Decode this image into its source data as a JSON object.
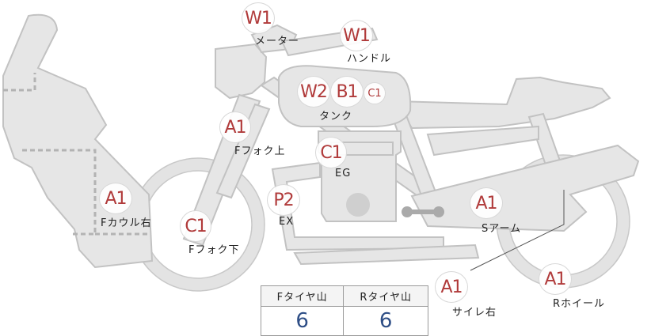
{
  "parts": [
    {
      "id": "meter",
      "name": "メーター",
      "code": "W1"
    },
    {
      "id": "handle",
      "name": "ハンドル",
      "code": "W1"
    },
    {
      "id": "tank",
      "name": "タンク",
      "codes": [
        "W2",
        "B1",
        "C1"
      ]
    },
    {
      "id": "fork-upper",
      "name": "Fフォク上",
      "code": "A1"
    },
    {
      "id": "engine",
      "name": "EG",
      "code": "C1"
    },
    {
      "id": "cowl-right",
      "name": "Fカウル右",
      "code": "A1"
    },
    {
      "id": "exhaust",
      "name": "EX",
      "code": "P2"
    },
    {
      "id": "fork-lower",
      "name": "Fフォク下",
      "code": "C1"
    },
    {
      "id": "swingarm",
      "name": "Sアーム",
      "code": "A1"
    },
    {
      "id": "muffler-right",
      "name": "サイレ右",
      "code": "A1"
    },
    {
      "id": "rear-wheel",
      "name": "Rホイール",
      "code": "A1"
    }
  ],
  "tire_table": {
    "headers": [
      "Fタイヤ山",
      "Rタイヤ山"
    ],
    "values": [
      "6",
      "6"
    ]
  }
}
